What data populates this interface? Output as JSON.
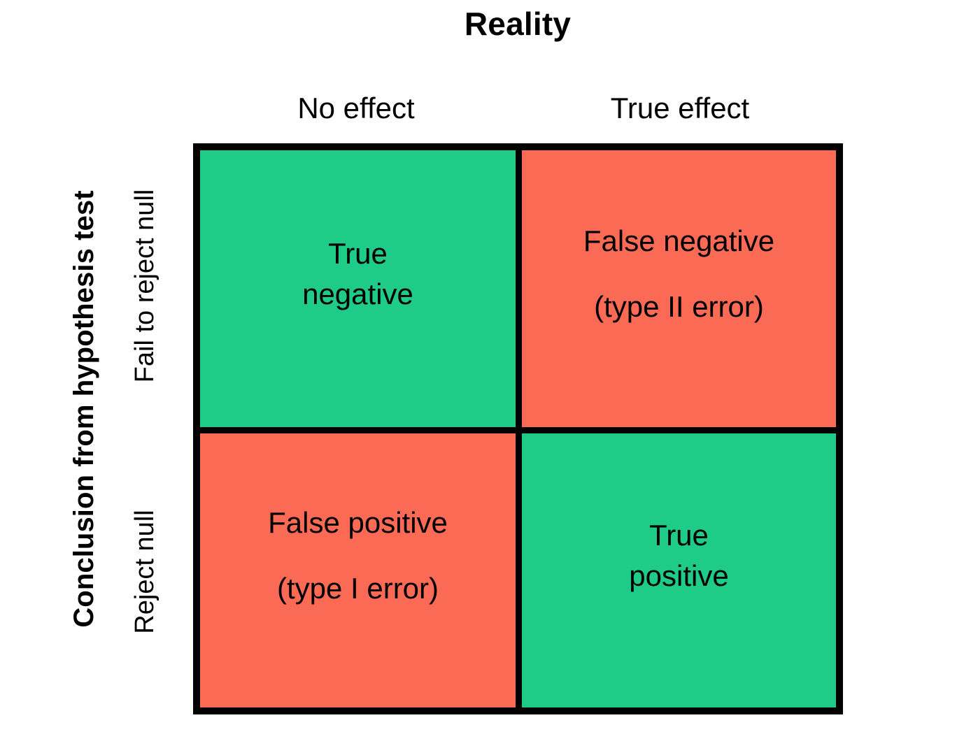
{
  "title": "Reality",
  "y_axis_title": "Conclusion from hypothesis test",
  "columns": [
    {
      "label": "No effect"
    },
    {
      "label": "True effect"
    }
  ],
  "rows": [
    {
      "label": "Fail to reject null"
    },
    {
      "label": "Reject null"
    }
  ],
  "colors": {
    "correct": "#1ECC87",
    "error": "#FB6A55",
    "border": "#000000",
    "background": "#ffffff",
    "text": "#000000"
  },
  "cells": [
    {
      "row": "Fail to reject null",
      "column": "No effect",
      "line1": "True",
      "line2": "negative",
      "outcome": "correct",
      "color": "#1ECC87",
      "spacing": "tight"
    },
    {
      "row": "Fail to reject null",
      "column": "True effect",
      "line1": "False negative",
      "line2": "(type II error)",
      "outcome": "error",
      "color": "#FB6A55",
      "spacing": "spaced"
    },
    {
      "row": "Reject null",
      "column": "No effect",
      "line1": "False positive",
      "line2": "(type I error)",
      "outcome": "error",
      "color": "#FB6A55",
      "spacing": "spaced"
    },
    {
      "row": "Reject null",
      "column": "True effect",
      "line1": "True",
      "line2": "positive",
      "outcome": "correct",
      "color": "#1ECC87",
      "spacing": "tight"
    }
  ],
  "chart_data": {
    "type": "table",
    "title": "Reality",
    "xlabel": "Reality",
    "ylabel": "Conclusion from hypothesis test",
    "categories": [
      "No effect",
      "True effect"
    ],
    "row_categories": [
      "Fail to reject null",
      "Reject null"
    ],
    "matrix": [
      [
        "True negative",
        "False negative (type II error)"
      ],
      [
        "False positive (type I error)",
        "True positive"
      ]
    ],
    "cell_colors": [
      [
        "#1ECC87",
        "#FB6A55"
      ],
      [
        "#FB6A55",
        "#1ECC87"
      ]
    ],
    "legend": [],
    "grid": true
  }
}
